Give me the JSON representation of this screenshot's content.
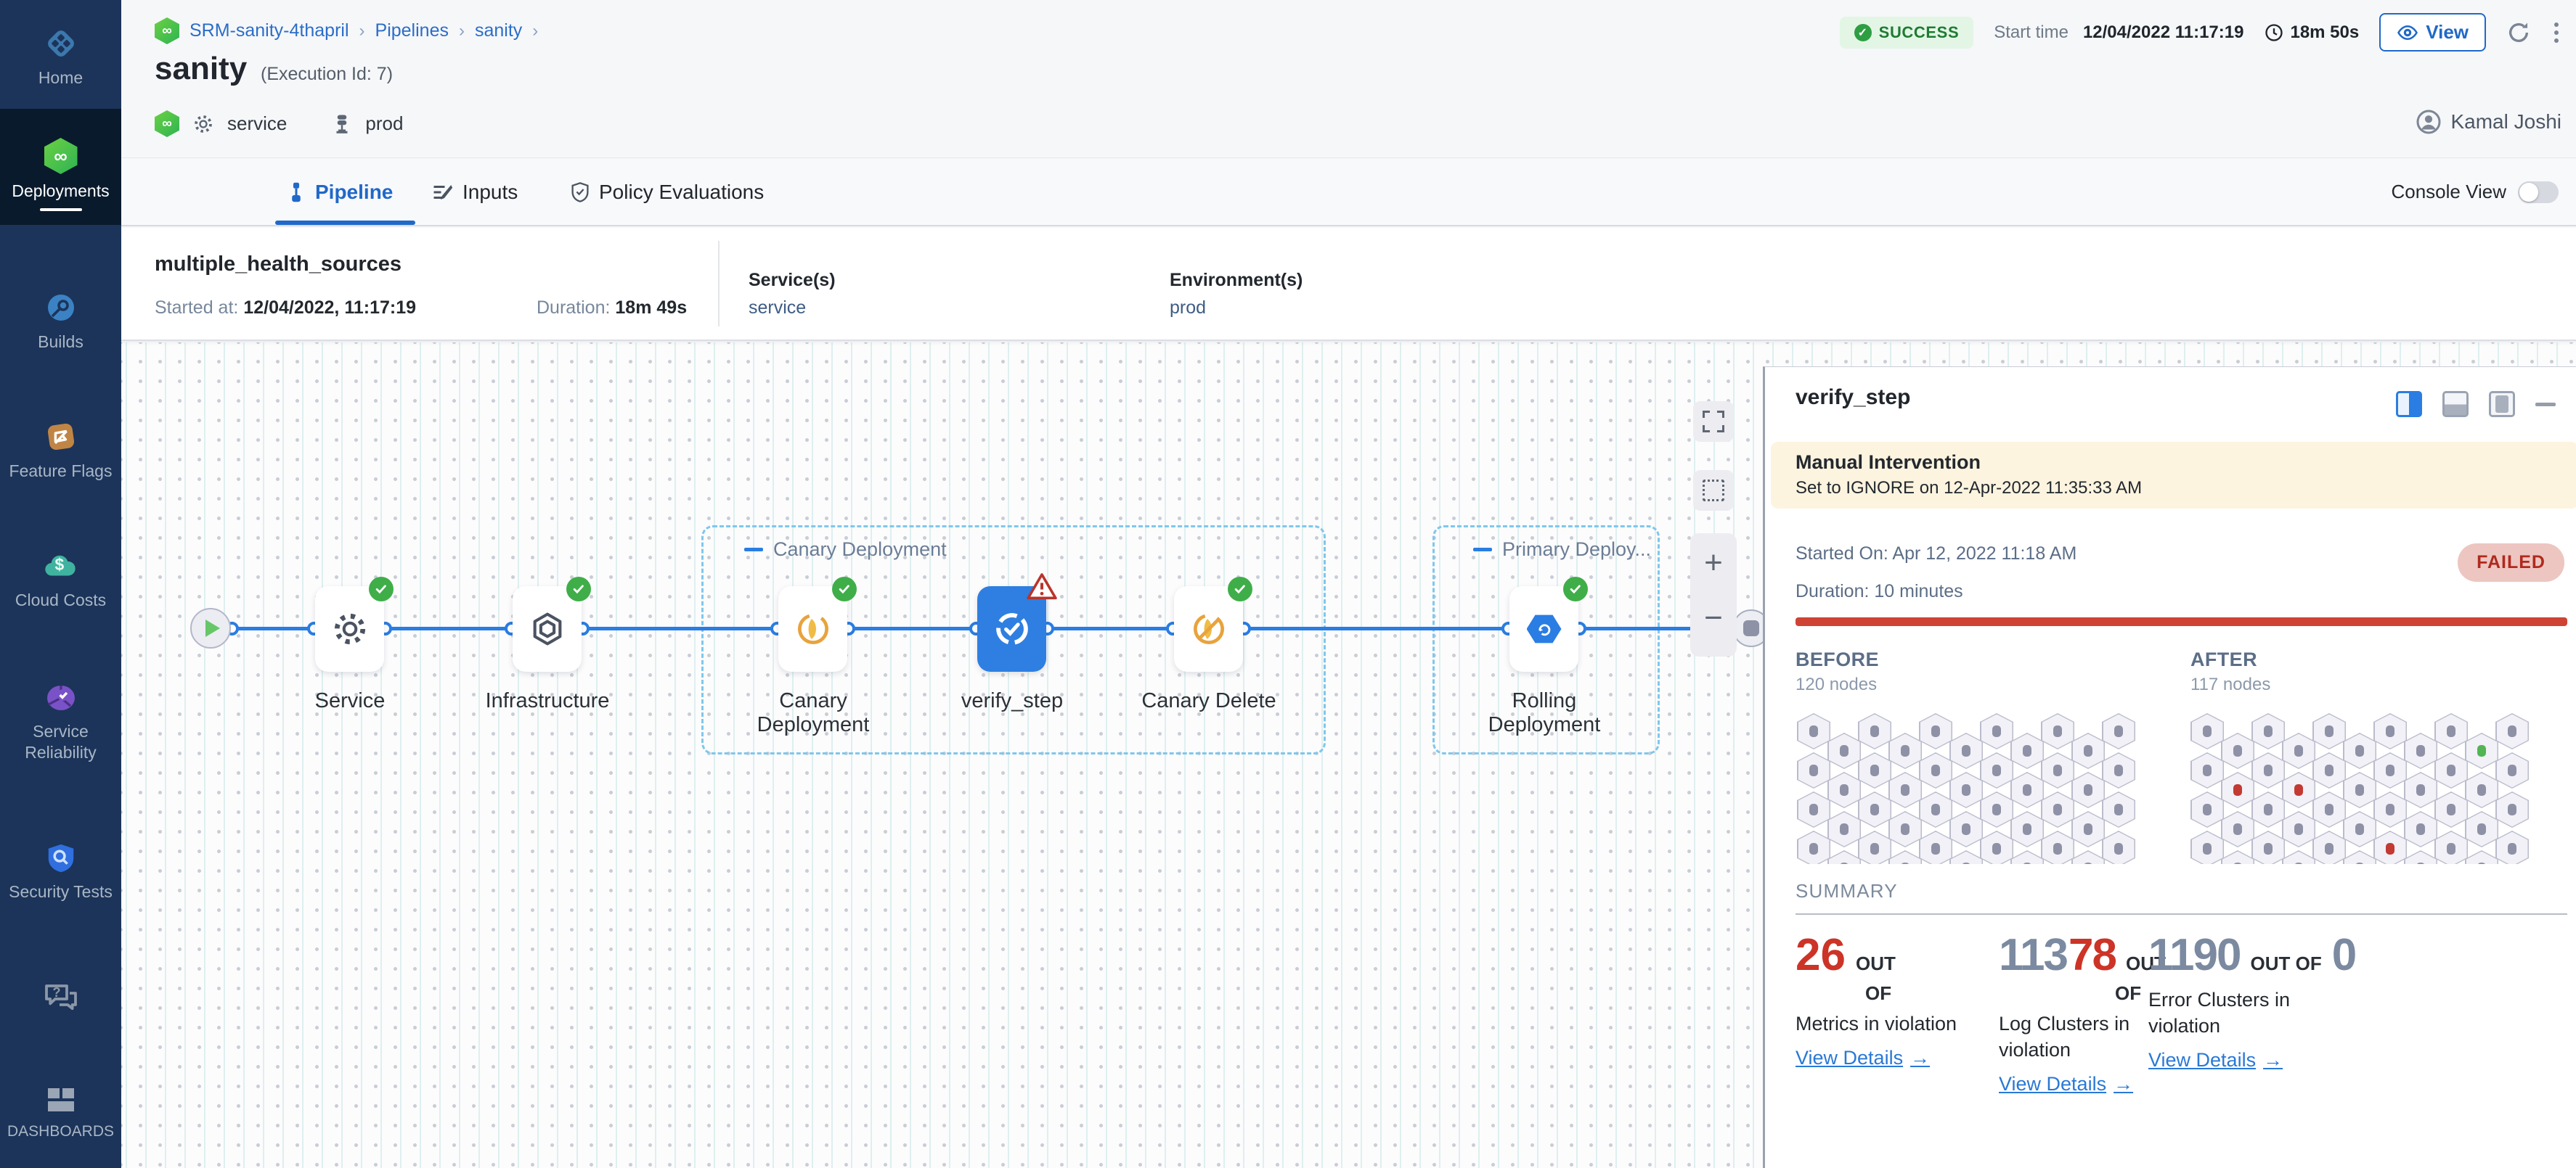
{
  "sidebar": {
    "items": [
      {
        "label": "Home"
      },
      {
        "label": "Deployments",
        "active": true
      },
      {
        "label": "Builds"
      },
      {
        "label": "Feature Flags"
      },
      {
        "label": "Cloud Costs"
      },
      {
        "label": "Service Reliability"
      },
      {
        "label": "Security Tests"
      },
      {
        "label": "DASHBOARDS"
      }
    ]
  },
  "header": {
    "breadcrumb": {
      "project": "SRM-sanity-4thapril",
      "section": "Pipelines",
      "page": "sanity"
    },
    "title": "sanity",
    "execution_id": "(Execution Id: 7)",
    "tag_service": "service",
    "tag_env": "prod",
    "status": "SUCCESS",
    "start_time_label": "Start time",
    "start_time": "12/04/2022 11:17:19",
    "duration": "18m 50s",
    "view_label": "View",
    "user": "Kamal Joshi"
  },
  "tabs": {
    "pipeline": "Pipeline",
    "inputs": "Inputs",
    "policy": "Policy Evaluations",
    "console_view": "Console View"
  },
  "run": {
    "name": "multiple_health_sources",
    "started_label": "Started at:",
    "started": "12/04/2022, 11:17:19",
    "duration_label": "Duration:",
    "duration": "18m 49s",
    "services_label": "Service(s)",
    "service": "service",
    "environments_label": "Environment(s)",
    "environment": "prod"
  },
  "pipeline": {
    "groups": {
      "canary": "Canary Deployment",
      "primary": "Primary Deploy..."
    },
    "nodes": {
      "service": "Service",
      "infra": "Infrastructure",
      "canary": "Canary Deployment",
      "verify": "verify_step",
      "canary_delete": "Canary Delete",
      "rolling": "Rolling Deployment"
    }
  },
  "panel": {
    "title": "verify_step",
    "notice": {
      "title": "Manual Intervention",
      "body": "Set to IGNORE on 12-Apr-2022 11:35:33 AM"
    },
    "started_on": "Started On: Apr 12, 2022 11:18 AM",
    "duration": "Duration: 10 minutes",
    "status": "FAILED",
    "before": {
      "label": "BEFORE",
      "count": "120 nodes",
      "highlights": {}
    },
    "after": {
      "label": "AFTER",
      "count": "117 nodes",
      "highlights": {
        "0-9": "green",
        "1-1": "red",
        "1-3": "red",
        "3-6": "red"
      }
    },
    "grid": {
      "columns": 11,
      "rows": 4
    },
    "summary": {
      "label": "SUMMARY",
      "cards": [
        {
          "pre": "",
          "main": "26",
          "out": "OUT",
          "of": "OF",
          "total": "",
          "label1": "Metrics in violation",
          "label2": "",
          "link": "View Details",
          "arrow": "→"
        },
        {
          "pre": "113",
          "main": "78",
          "out": "OUT",
          "of": "OF",
          "total": "",
          "label1": "Log Clusters in",
          "label2": "violation",
          "link": "View Details",
          "arrow": "→"
        },
        {
          "pre": "1190",
          "main": "",
          "out": "OUT OF",
          "of": "",
          "total": "0",
          "label1": "Error Clusters in",
          "label2": "violation",
          "link": "View Details",
          "arrow": "→"
        }
      ]
    }
  },
  "colors": {
    "accent_blue": "#2069c8",
    "connector_blue": "#2a7de2",
    "success_green": "#3fae49",
    "failed_text": "#b02a1e",
    "failed_bg": "#edc6c1",
    "notice_bg": "#fcf4df",
    "violation_red": "#cc3427",
    "slate": "#7b8aa0",
    "sidebar_bg": "#1c3459"
  }
}
